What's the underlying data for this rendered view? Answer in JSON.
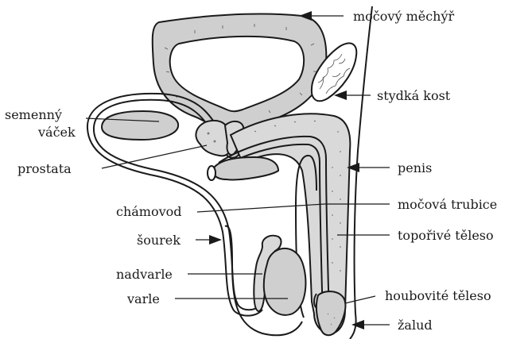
{
  "labels": {
    "bladder": "močový měchýř",
    "pubic_bone": "stydká kost",
    "seminal_vesicle_line1": "semenný",
    "seminal_vesicle_line2": "váček",
    "prostate": "prostata",
    "penis": "penis",
    "urethra": "močová trubice",
    "vas_deferens": "chámovod",
    "corpus_cavernosum": "topořivé těleso",
    "scrotum": "šourek",
    "epididymis": "nadvarle",
    "testis": "varle",
    "corpus_spongiosum": "houbovité těleso",
    "glans": "žalud"
  },
  "colors": {
    "line": "#1a1a1a",
    "tissue_fill": "#cfcfcf",
    "background": "#ffffff"
  }
}
